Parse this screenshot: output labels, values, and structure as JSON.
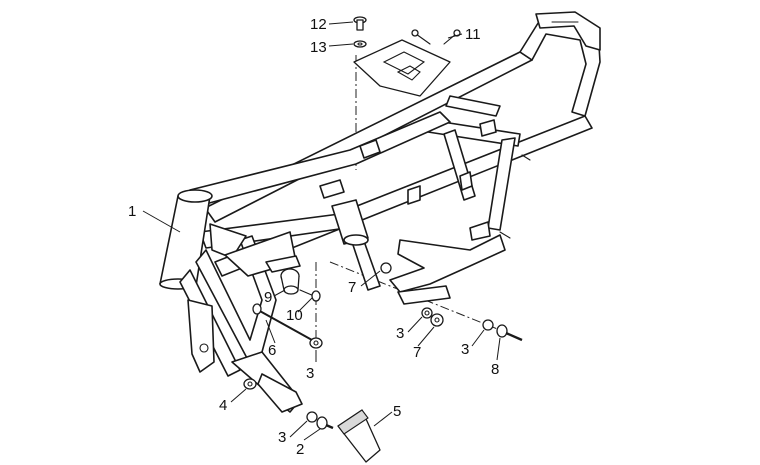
{
  "diagram": {
    "callouts": [
      {
        "id": "c1",
        "label": "1"
      },
      {
        "id": "c2",
        "label": "2"
      },
      {
        "id": "c3a",
        "label": "3"
      },
      {
        "id": "c3b",
        "label": "3"
      },
      {
        "id": "c3c",
        "label": "3"
      },
      {
        "id": "c3d",
        "label": "3"
      },
      {
        "id": "c4",
        "label": "4"
      },
      {
        "id": "c5",
        "label": "5"
      },
      {
        "id": "c6",
        "label": "6"
      },
      {
        "id": "c7a",
        "label": "7"
      },
      {
        "id": "c7b",
        "label": "7"
      },
      {
        "id": "c8",
        "label": "8"
      },
      {
        "id": "c9",
        "label": "9"
      },
      {
        "id": "c10",
        "label": "10"
      },
      {
        "id": "c11",
        "label": "11"
      },
      {
        "id": "c12",
        "label": "12"
      },
      {
        "id": "c13",
        "label": "13"
      }
    ]
  }
}
